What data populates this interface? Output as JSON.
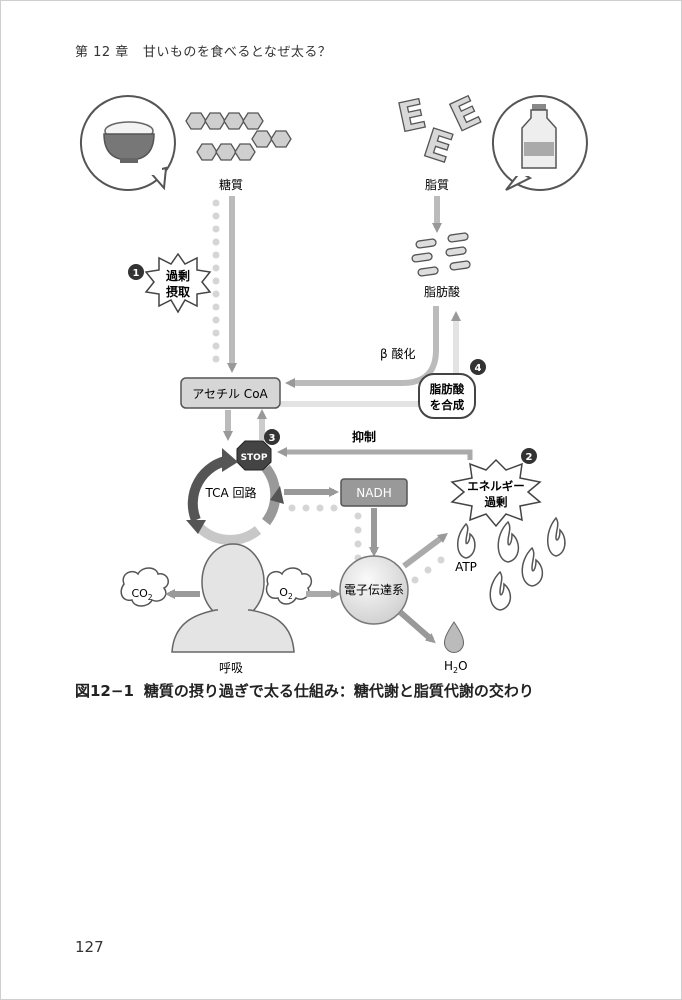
{
  "header": {
    "chapter": "第 12 章",
    "title": "甘いものを食べるとなぜ太る？"
  },
  "diagram": {
    "sugar_label": "糖質",
    "fat_label": "脂質",
    "fatty_acid_label": "脂肪酸",
    "beta_oxidation": "β 酸化",
    "acetyl_coa": "アセチル CoA",
    "stop": "STOP",
    "inhibition": "抑制",
    "tca": "TCA 回路",
    "nadh": "NADH",
    "electron_transport": "電子伝達系",
    "atp": "ATP",
    "h2o": "H",
    "h2o_sub": "2",
    "h2o_tail": "O",
    "co2": "CO",
    "co2_sub": "2",
    "o2": "O",
    "o2_sub": "2",
    "respiration": "呼吸",
    "step1_num": "1",
    "step1_line1": "過剰",
    "step1_line2": "摂取",
    "step2_num": "2",
    "step2_line1": "エネルギー",
    "step2_line2": "過剰",
    "step3_num": "3",
    "step4_num": "4",
    "step4_line1": "脂肪酸",
    "step4_line2": "を合成",
    "fat_letter": "E"
  },
  "caption": {
    "figure_no": "図12−1",
    "text": "糖質の摂り過ぎで太る仕組み：糖代謝と脂質代謝の交わり"
  },
  "page_number": "127"
}
